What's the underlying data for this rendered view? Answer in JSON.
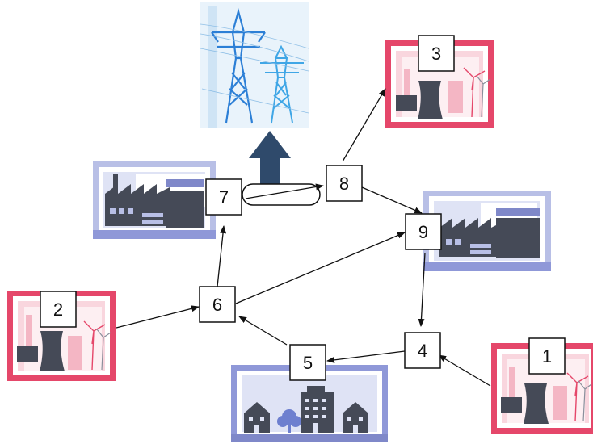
{
  "nodes": [
    {
      "id": "1",
      "label": "1",
      "icon": "power-plant-icon"
    },
    {
      "id": "2",
      "label": "2",
      "icon": "power-plant-icon"
    },
    {
      "id": "3",
      "label": "3",
      "icon": "power-plant-icon"
    },
    {
      "id": "4",
      "label": "4",
      "icon": ""
    },
    {
      "id": "5",
      "label": "5",
      "icon": "residential-city-icon"
    },
    {
      "id": "6",
      "label": "6",
      "icon": ""
    },
    {
      "id": "7",
      "label": "7",
      "icon": "factory-icon"
    },
    {
      "id": "8",
      "label": "8",
      "icon": ""
    },
    {
      "id": "9",
      "label": "9",
      "icon": "factory-icon"
    }
  ],
  "edges": [
    {
      "from": "1",
      "to": "4"
    },
    {
      "from": "4",
      "to": "5"
    },
    {
      "from": "5",
      "to": "6"
    },
    {
      "from": "2",
      "to": "6"
    },
    {
      "from": "6",
      "to": "7"
    },
    {
      "from": "6",
      "to": "9"
    },
    {
      "from": "7",
      "to": "8",
      "style": "pipe"
    },
    {
      "from": "8",
      "to": "3"
    },
    {
      "from": "8",
      "to": "9"
    },
    {
      "from": "9",
      "to": "4"
    }
  ],
  "export": {
    "icon": "transmission-tower-icon",
    "arrow_color": "#2f4a6b"
  },
  "colors": {
    "power_plant_border": "#e5476a",
    "power_plant_fill": "#f9d6de",
    "factory_fill": "#b8bfe6",
    "building_dark": "#454a57",
    "tower_blue": "#2c7fd6"
  }
}
